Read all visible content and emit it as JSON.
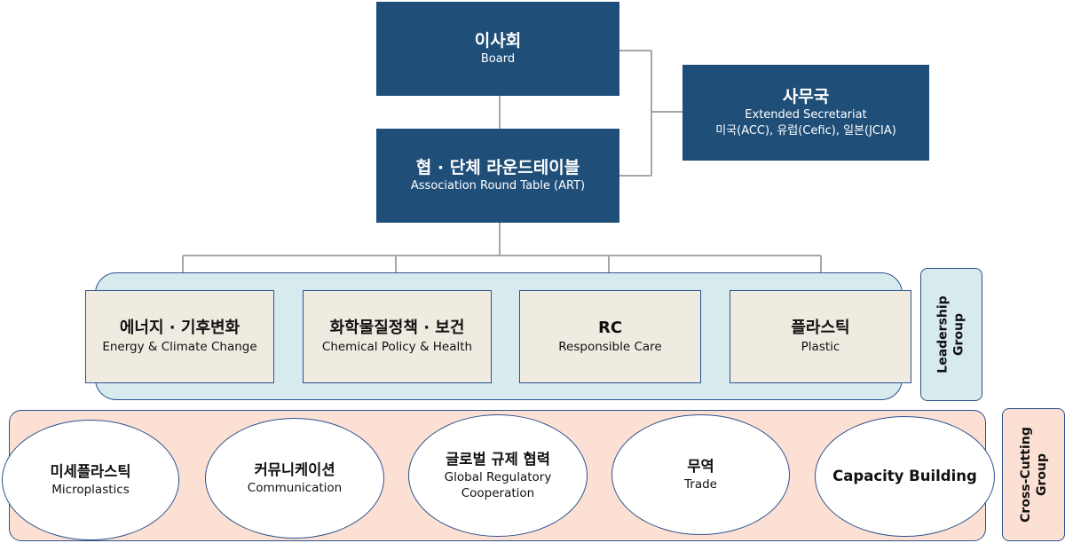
{
  "board": {
    "ko": "이사회",
    "en": "Board"
  },
  "secretariat": {
    "ko": "사무국",
    "en": "Extended Secretariat",
    "detail": "미국(ACC), 유럽(Cefic), 일본(JCIA)"
  },
  "art": {
    "ko": "협 · 단체 라운드테이블",
    "en": "Association Round Table (ART)"
  },
  "leadership_label": [
    "Leadership",
    "Group"
  ],
  "leadership_groups": [
    {
      "ko": "에너지 · 기후변화",
      "en": "Energy & Climate Change"
    },
    {
      "ko": "화학물질정책 · 보건",
      "en": "Chemical Policy & Health"
    },
    {
      "ko": "RC",
      "en": "Responsible Care"
    },
    {
      "ko": "플라스틱",
      "en": "Plastic"
    }
  ],
  "crosscutting_label": [
    "Cross-Cutting",
    "Group"
  ],
  "crosscutting_groups": [
    {
      "ko": "미세플라스틱",
      "en": "Microplastics"
    },
    {
      "ko": "커뮤니케이션",
      "en": "Communication"
    },
    {
      "ko": "글로벌 규제 협력",
      "en": "Global Regulatory Cooperation"
    },
    {
      "ko": "무역",
      "en": "Trade"
    },
    {
      "ko": "Capacity Building",
      "en": ""
    }
  ],
  "colors": {
    "navy": "#1f4e79",
    "leadership_panel": "#d7eaee",
    "crosscutting_panel": "#fbe0d3",
    "group_box": "#efebe1",
    "connector": "#a6a6a6"
  }
}
